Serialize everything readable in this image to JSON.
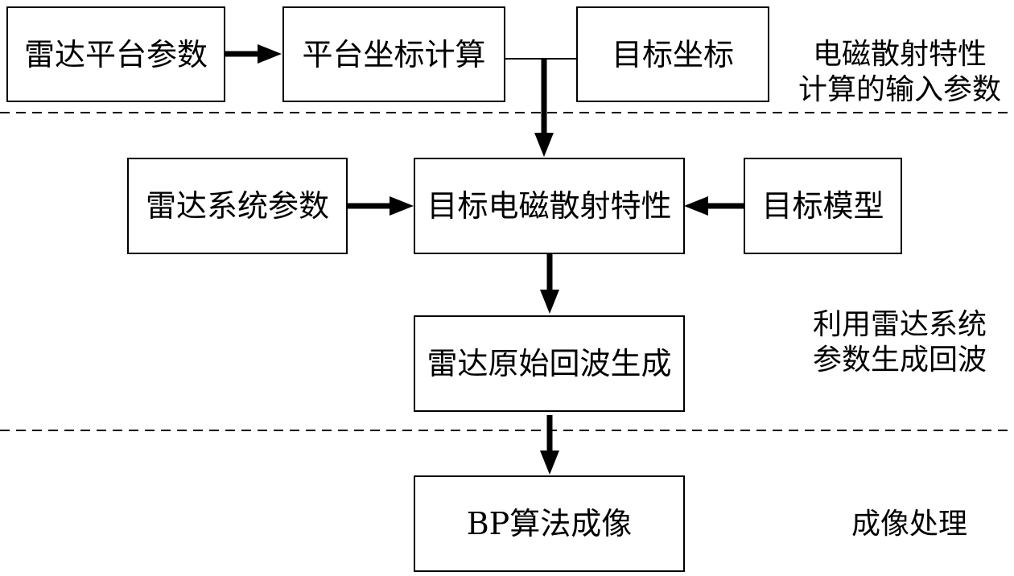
{
  "boxes": {
    "radar_platform_params": "雷达平台参数",
    "platform_coord_calc": "平台坐标计算",
    "target_coords": "目标坐标",
    "radar_system_params": "雷达系统参数",
    "target_em_scattering": "目标电磁散射特性",
    "target_model": "目标模型",
    "radar_raw_echo": "雷达原始回波生成",
    "bp_imaging": "BP算法成像"
  },
  "stage_labels": {
    "stage1": [
      "电磁散射特性",
      "计算的输入参数"
    ],
    "stage2": [
      "利用雷达系统",
      "参数生成回波"
    ],
    "stage3": [
      "成像处理"
    ]
  },
  "colors": {
    "line": "#000000",
    "background": "#ffffff"
  }
}
